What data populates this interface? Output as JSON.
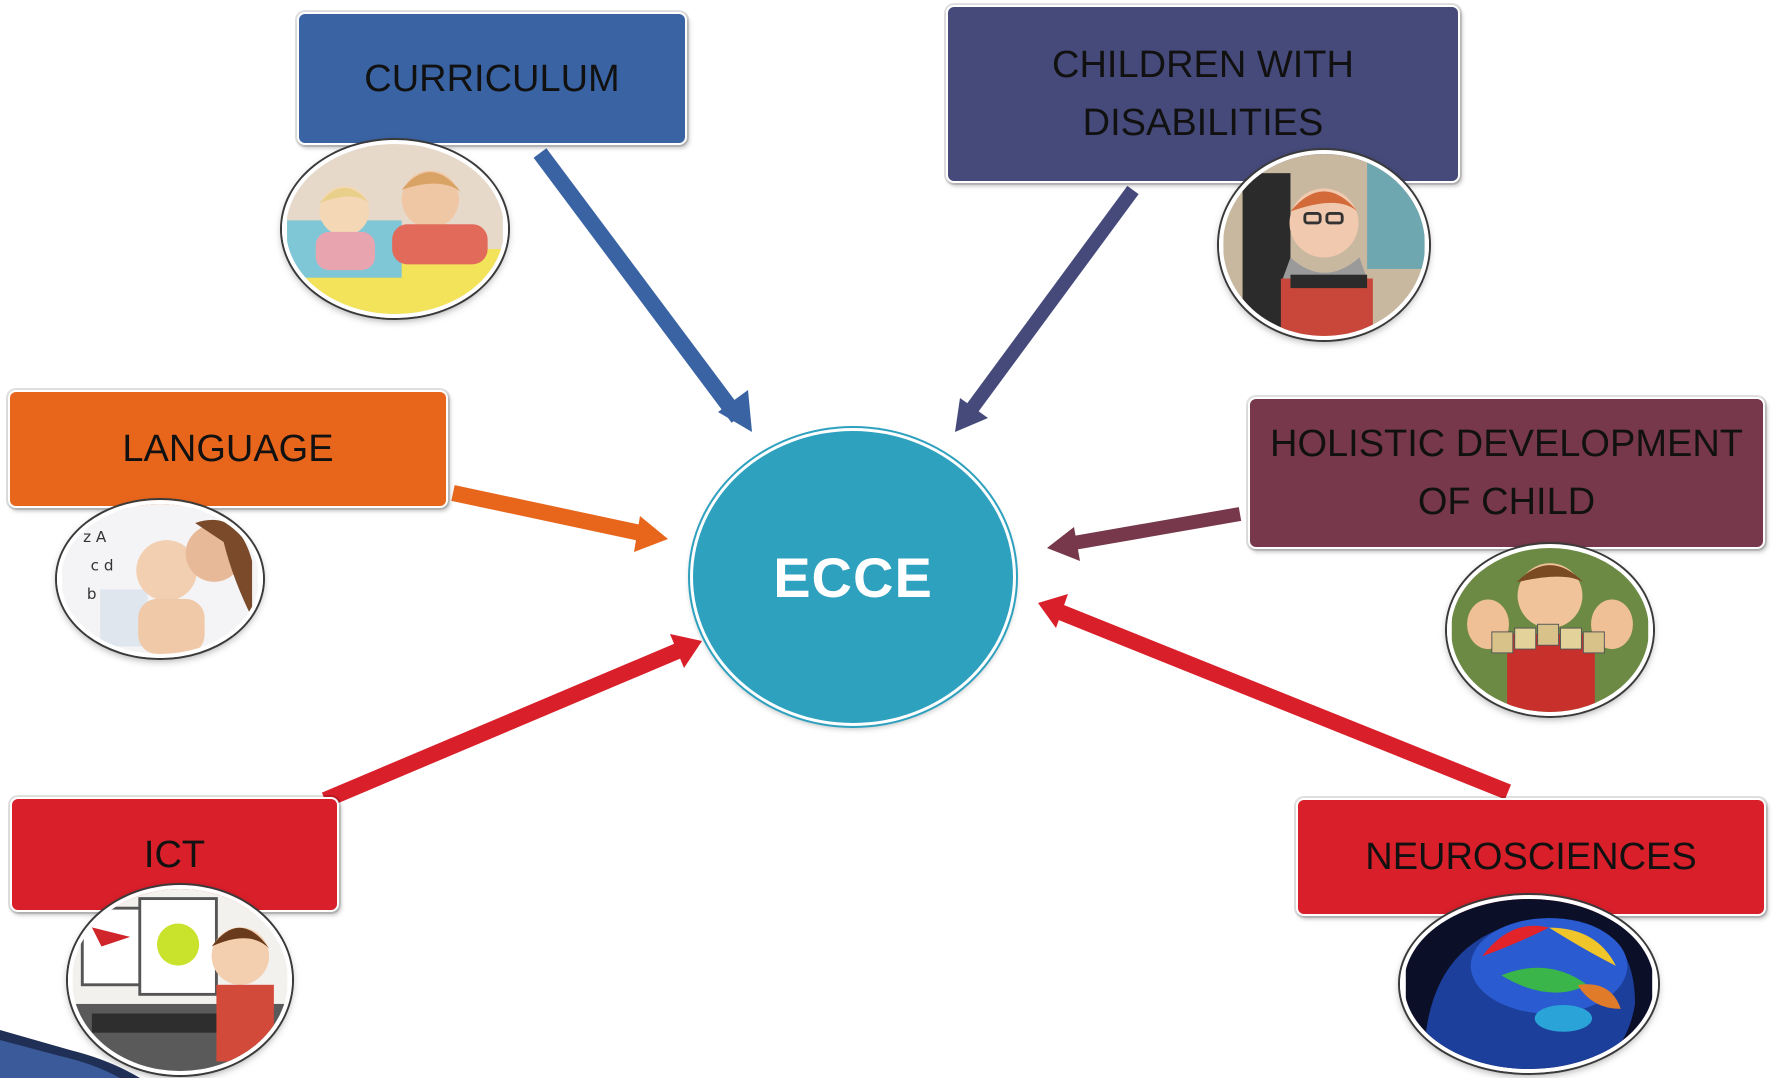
{
  "center": {
    "label": "ECCE",
    "color": "#2ea1bf"
  },
  "nodes": [
    {
      "id": "curriculum",
      "label": "CURRICULUM",
      "color": "#3a63a3",
      "photo": "children-drawing-photo"
    },
    {
      "id": "children-with-disabilities",
      "label": "CHILDREN WITH DISABILITIES",
      "color": "#464a7a",
      "photo": "child-wheelchair-photo"
    },
    {
      "id": "language",
      "label": "LANGUAGE",
      "color": "#e8661c",
      "photo": "mother-baby-photo"
    },
    {
      "id": "holistic-development",
      "label": "HOLISTIC DEVELOPMENT OF CHILD",
      "color": "#76384a",
      "photo": "boy-learn-blocks-photo"
    },
    {
      "id": "ict",
      "label": "ICT",
      "color": "#d81f2a",
      "photo": "child-computer-photo"
    },
    {
      "id": "neurosciences",
      "label": "NEUROSCIENCES",
      "color": "#d81f2a",
      "photo": "brain-photo"
    }
  ],
  "arrow_colors": {
    "curriculum": "#3a63a3",
    "children-with-disabilities": "#464a7a",
    "language": "#e8661c",
    "holistic-development": "#76384a",
    "ict": "#d81f2a",
    "neurosciences": "#d81f2a"
  }
}
